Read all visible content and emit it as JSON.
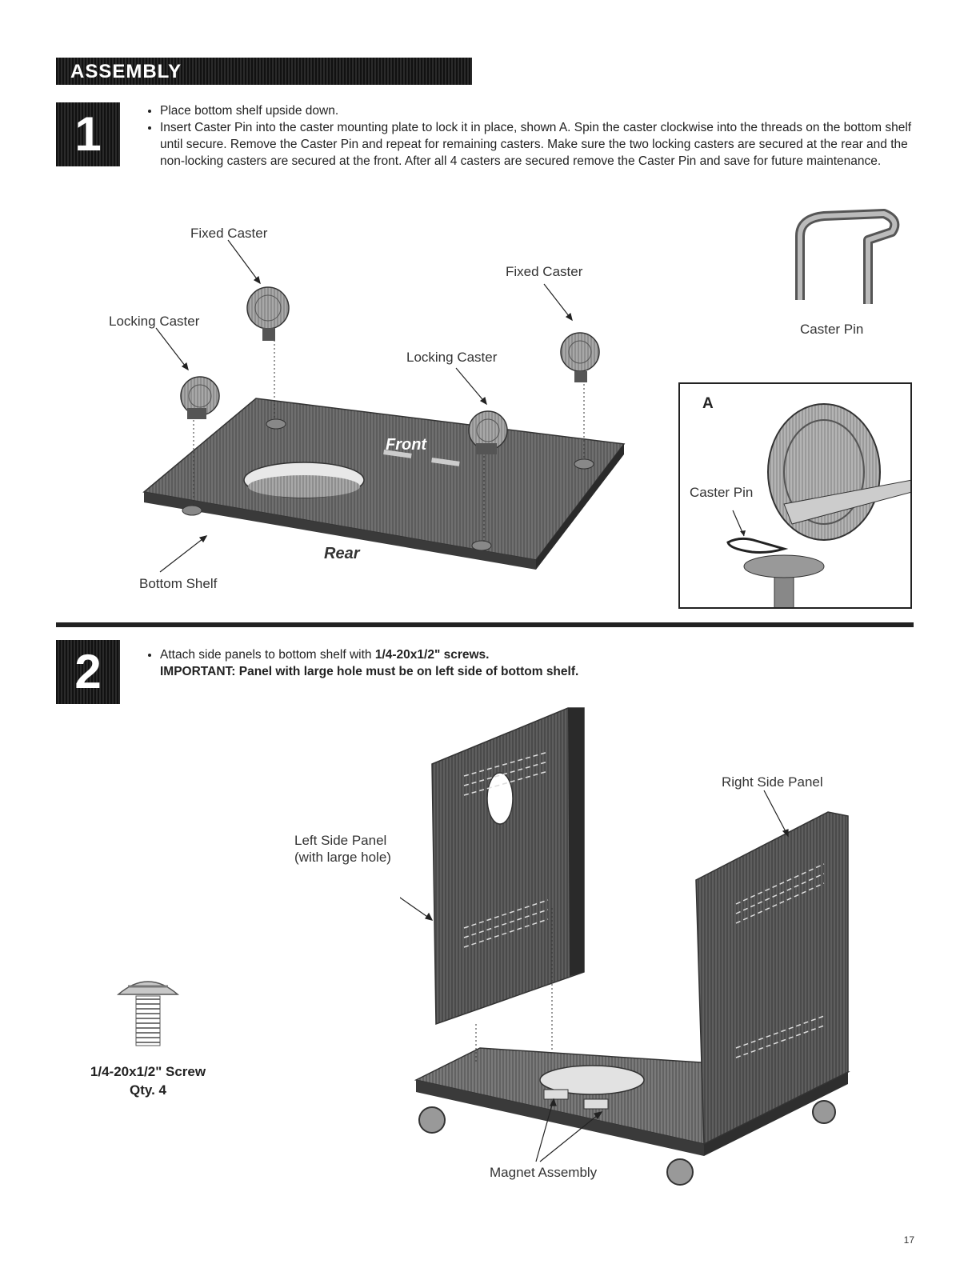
{
  "header": {
    "title": "ASSEMBLY"
  },
  "step1": {
    "number": "1",
    "bullets": [
      "Place bottom shelf upside down.",
      "Insert Caster Pin into the caster mounting plate to lock it in place, shown A.  Spin the caster clockwise into the threads on the bottom shelf until secure.  Remove the Caster Pin and repeat for remaining casters.  Make sure the two locking casters are secured at the rear and the non-locking casters are secured at the front.  After all 4 casters are secured remove the Caster Pin and save for future maintenance."
    ],
    "labels": {
      "fixed_caster_left": "Fixed Caster",
      "fixed_caster_right": "Fixed Caster",
      "locking_caster_left": "Locking Caster",
      "locking_caster_mid": "Locking Caster",
      "bottom_shelf": "Bottom Shelf",
      "front": "Front",
      "rear": "Rear",
      "caster_pin": "Caster  Pin"
    },
    "inset": {
      "letter": "A",
      "caster_pin": "Caster  Pin"
    }
  },
  "step2": {
    "number": "2",
    "bullet_text": "Attach side panels to bottom shelf with ",
    "bullet_bold": "1/4-20x1/2\" screws.",
    "important": "IMPORTANT: Panel with large hole must be on left side of bottom shelf.",
    "labels": {
      "left_panel_line1": "Left Side Panel",
      "left_panel_line2": "(with large hole)",
      "right_panel": "Right Side Panel",
      "magnet_assembly": "Magnet Assembly",
      "screw_name": "1/4-20x1/2\" Screw",
      "screw_qty": "Qty. 4"
    }
  },
  "footer": {
    "page_number": "17"
  }
}
